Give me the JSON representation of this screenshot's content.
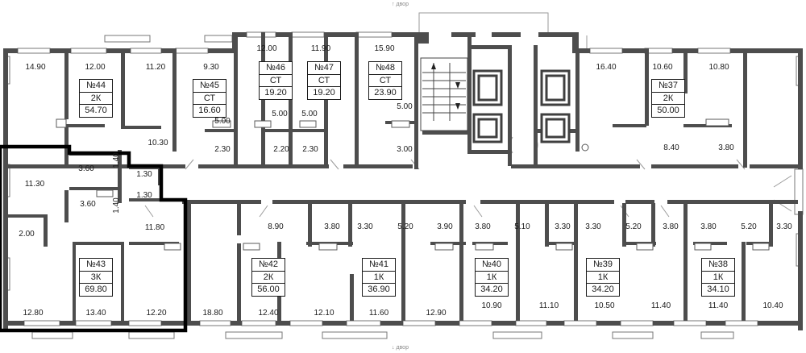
{
  "plan": {
    "entrance_top": "↑ двор",
    "entrance_bottom": "↓ двор",
    "highlighted_unit": "№43"
  },
  "units": [
    {
      "num": "№44",
      "type": "2К",
      "area": "54.70"
    },
    {
      "num": "№45",
      "type": "СТ",
      "area": "16.60"
    },
    {
      "num": "№46",
      "type": "СТ",
      "area": "19.20"
    },
    {
      "num": "№47",
      "type": "СТ",
      "area": "19.20"
    },
    {
      "num": "№48",
      "type": "СТ",
      "area": "23.90"
    },
    {
      "num": "№37",
      "type": "2К",
      "area": "50.00"
    },
    {
      "num": "№43",
      "type": "3К",
      "area": "69.80"
    },
    {
      "num": "№42",
      "type": "2К",
      "area": "56.00"
    },
    {
      "num": "№41",
      "type": "1К",
      "area": "36.90"
    },
    {
      "num": "№40",
      "type": "1К",
      "area": "34.20"
    },
    {
      "num": "№39",
      "type": "1К",
      "area": "34.20"
    },
    {
      "num": "№38",
      "type": "1К",
      "area": "34.10"
    }
  ],
  "rooms": [
    "14.90",
    "12.00",
    "11.20",
    "9.30",
    "12.00",
    "11.90",
    "15.90",
    "16.40",
    "10.60",
    "10.80",
    "5.00",
    "5.00",
    "5.00",
    "5.00",
    "10.30",
    "2.30",
    "2.20",
    "2.30",
    "3.00",
    "8.40",
    "3.80",
    "3.60",
    "1.40",
    "1.30",
    "11.30",
    "1.30",
    "3.60",
    "1.40",
    "11.80",
    "2.00",
    "8.90",
    "3.80",
    "3.30",
    "5.20",
    "3.90",
    "3.80",
    "5.10",
    "3.30",
    "3.30",
    "5.20",
    "3.80",
    "3.80",
    "5.20",
    "3.30",
    "12.80",
    "13.40",
    "12.20",
    "18.80",
    "12.40",
    "12.10",
    "11.60",
    "12.90",
    "10.90",
    "11.10",
    "10.50",
    "11.40",
    "11.40",
    "10.40"
  ]
}
